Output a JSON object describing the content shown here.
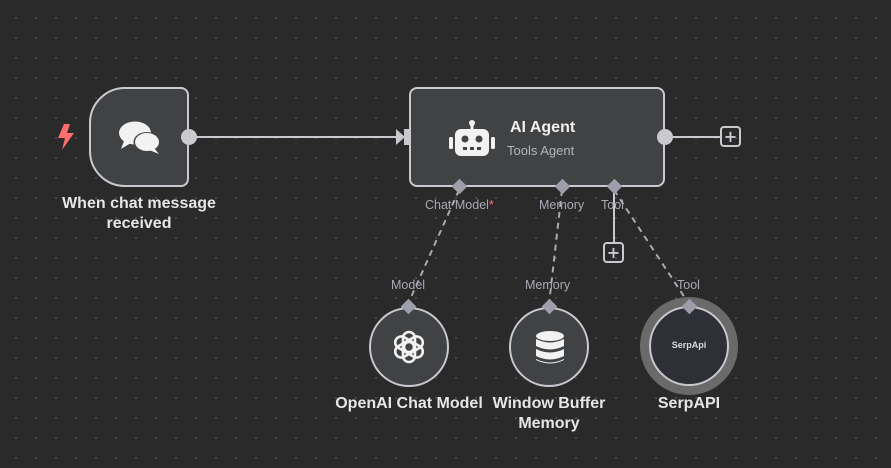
{
  "nodes": {
    "trigger": {
      "label": "When chat message received",
      "icon": "chat-bubbles-icon"
    },
    "agent": {
      "title": "AI Agent",
      "subtitle": "Tools Agent",
      "icon": "robot-icon"
    },
    "openai": {
      "label": "OpenAI Chat Model",
      "input_label": "Model",
      "icon": "openai-icon"
    },
    "memory": {
      "label": "Window Buffer Memory",
      "input_label": "Memory",
      "icon": "database-icon"
    },
    "serpapi": {
      "label": "SerpAPI",
      "input_label": "Tool",
      "logo_text": "SerpApi"
    }
  },
  "agent_ports": {
    "chat_model": "Chat Model",
    "required_mark": "*",
    "memory": "Memory",
    "tool": "Tool"
  },
  "colors": {
    "canvas": "#2a2a2a",
    "node_fill": "#414244",
    "node_border": "#c9c9cf",
    "trigger_bolt": "#ff6d6d",
    "required": "#ff6d6d"
  }
}
